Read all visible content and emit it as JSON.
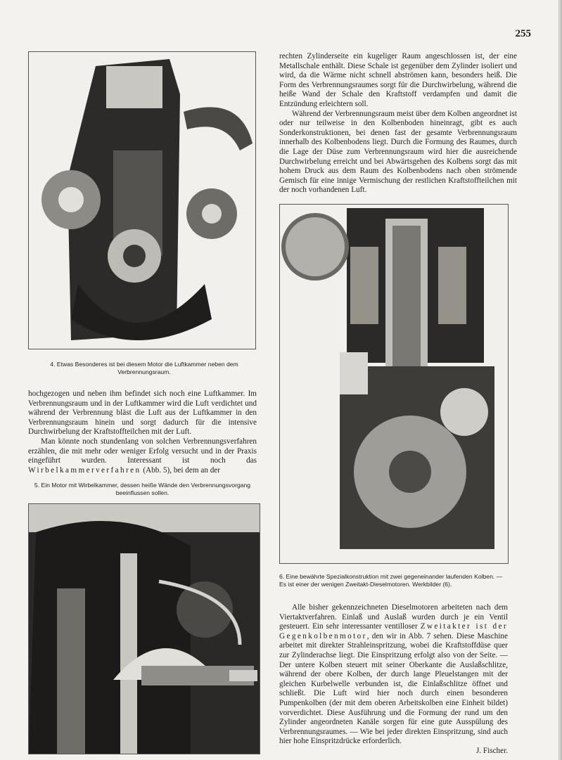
{
  "page_number": "255",
  "col_right_top": {
    "p1": "rechten Zylinderseite ein kugeliger Raum angeschlossen ist, der eine Metallschale enthält. Diese Schale ist gegenüber dem Zylinder isoliert und wird, da die Wärme nicht schnell abströmen kann, besonders heiß. Die Form des Verbrennungsraumes sorgt für die Durchwirbelung, während die heiße Wand der Schale den Kraftstoff verdampfen und damit die Entzündung erleichtern soll.",
    "p2": "Während der Verbrennungsraum meist über dem Kolben angeordnet ist oder nur teilweise in den Kolbenboden hineinragt, gibt es auch Sonderkonstruktionen, bei denen fast der gesamte Verbrennungsraum innerhalb des Kolbenbodens liegt. Durch die Formung des Raumes, durch die Lage der Düse zum Verbrennungsraum wird hier die ausreichende Durchwirbelung erreicht und bei Abwärtsgehen des Kolbens sorgt das mit hohem Druck aus dem Raum des Kolbenbodens nach oben strömende Gemisch für eine innige Vermischung der restlichen Kraftstoffteilchen mit der noch vorhandenen Luft."
  },
  "figure4": {
    "caption": "4. Etwas Besonderes ist bei diesem Motor die Luftkammer neben dem Verbrennungsraum."
  },
  "col_left_mid": {
    "p1": "hochgezogen und neben ihm befindet sich noch eine Luftkammer. Im Verbrennungsraum und in der Luftkammer wird die Luft verdichtet und während der Verbrennung bläst die Luft aus der Luftkammer in den Verbrennungsraum hinein und sorgt dadurch für die intensive Durchwirbelung der Kraftstoffteilchen mit der Luft.",
    "p2_before": "Man könnte noch stundenlang von solchen Verbrennungsverfahren erzählen, die mit mehr oder weniger Erfolg versucht und in der Praxis eingeführt wurden. Interessant ist noch das",
    "p2_spaced": "Wirbelkammerverfahren",
    "p2_after": "(Abb. 5), bei dem an der"
  },
  "figure5": {
    "caption": "5. Ein Motor mit Wirbelkammer, dessen heiße Wände den Verbrennungsvorgang beeinflussen sollen."
  },
  "figure6": {
    "caption": "6. Eine bewährte Spezialkonstruktion mit zwei gegeneinander laufenden Kolben. — Es ist einer der wenigen Zweitakt-Dieselmotoren. Werkbilder (6)."
  },
  "col_right_bottom": {
    "p1_a": "Alle bisher gekennzeichneten Dieselmotoren arbeiteten nach dem Viertaktverfahren. Einlaß und Auslaß wurden durch je ein Ventil gesteuert. Ein sehr interessanter ventilloser",
    "p1_spaced1": "Zweitakter ist der Gegenkolbenmotor",
    "p1_b": ", den wir in Abb. 7 sehen. Diese Maschine arbeitet mit direkter Strahleinspritzung, wobei die Kraftstoffdüse quer zur Zylinderachse liegt. Die Einspritzung erfolgt also von der Seite. — Der untere Kolben steuert mit seiner Oberkante die Auslaßschlitze, während der obere Kolben, der durch lange Pleuelstangen mit der gleichen Kurbelwelle verbunden ist, die Einlaßschlitze öffnet und schließt. Die Luft wird hier noch durch einen besonderen Pumpenkolben (der mit dem oberen Arbeitskolben eine Einheit bildet) vorverdichtet. Diese Ausführung und die Formung der rund um den Zylinder angeordneten Kanäle sorgen für eine gute Ausspülung des Verbrennungsraumes. — Wie bei jeder direkten Einspritzung, sind auch hier hohe Einspritzdrücke erforderlich.",
    "signature": "J. Fischer."
  }
}
